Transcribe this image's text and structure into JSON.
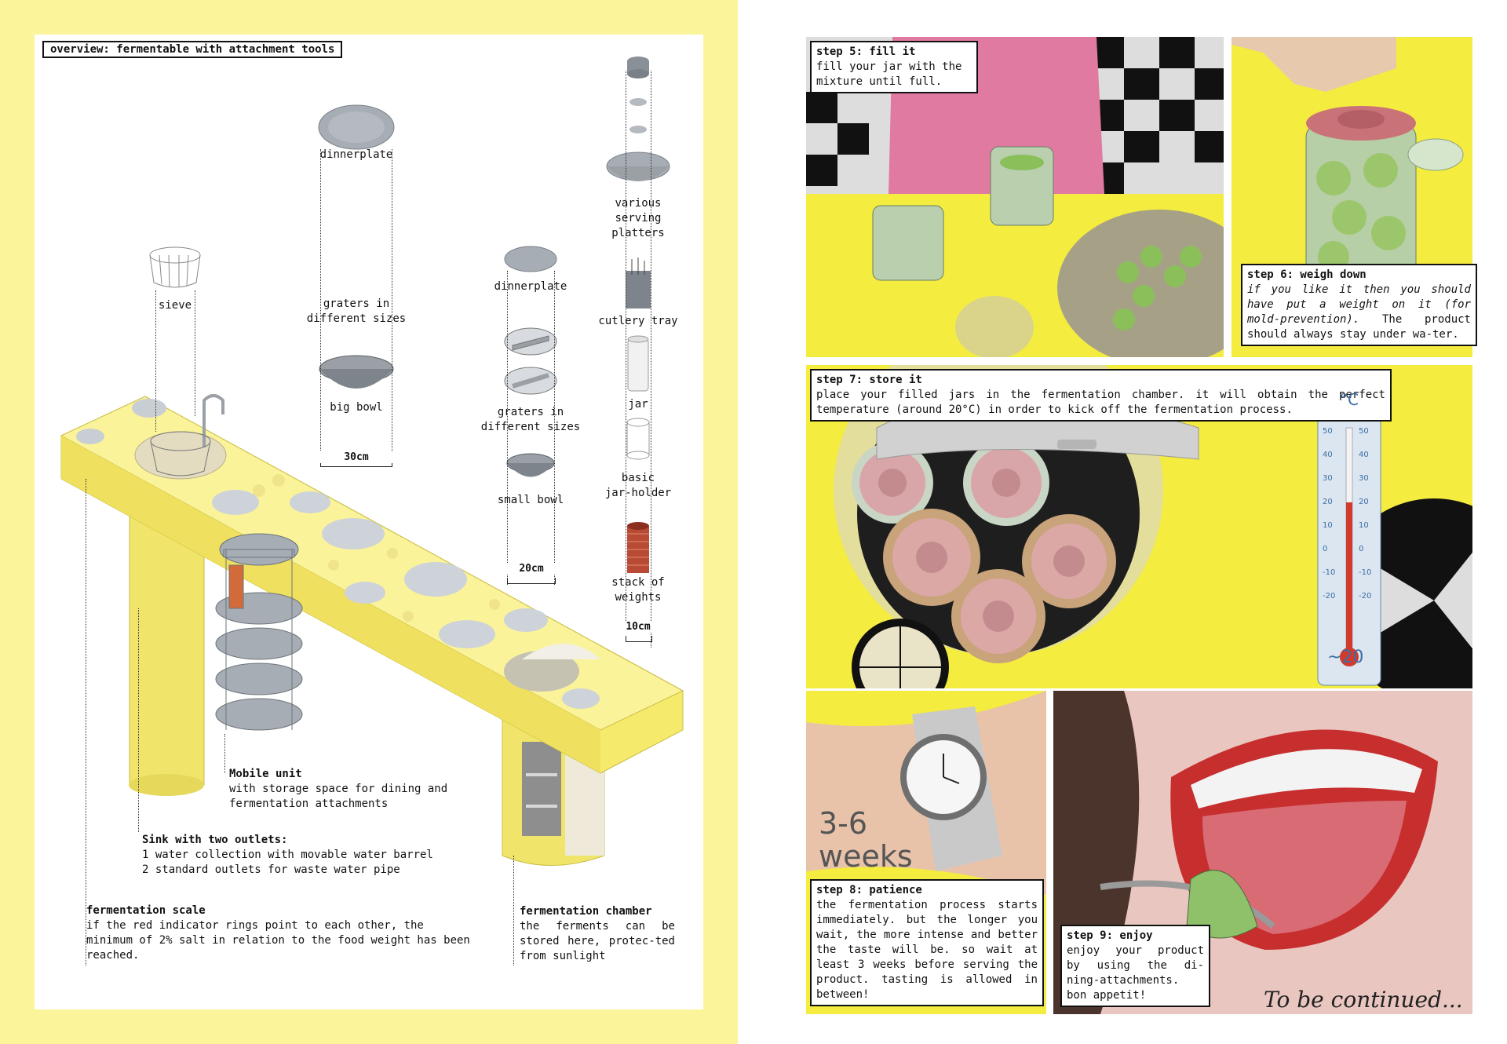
{
  "left": {
    "title": "overview: fermentable with attachment tools",
    "objects": {
      "sieve": "sieve",
      "dinnerplate_1": "dinnerplate",
      "graters_1": "graters in\ndifferent sizes",
      "big_bowl": "big bowl",
      "measure_30": "30cm",
      "dinnerplate_2": "dinnerplate",
      "graters_2": "graters in\ndifferent sizes",
      "small_bowl": "small bowl",
      "measure_20": "20cm",
      "serving": "various\nserving\nplatters",
      "cutlery": "cutlery tray",
      "jar": "jar",
      "jar_holder": "basic\njar-holder",
      "weights": "stack of\nweights",
      "measure_10": "10cm"
    },
    "notes": {
      "mobile_title": "Mobile unit",
      "mobile_body": "with storage space for dining and fermentation attachments",
      "sink_title": "Sink with two outlets:",
      "sink_line1": "1 water collection with movable water barrel",
      "sink_line2": "2 standard outlets for waste water pipe",
      "scale_title": "fermentation scale",
      "scale_body": "if the red indicator rings point to each other, the minimum of 2% salt in relation to the food weight has been reached.",
      "chamber_title": "fermentation chamber",
      "chamber_body": "the ferments can be stored here, protec-ted from sunlight"
    }
  },
  "right": {
    "step5": {
      "title": "step 5: fill it",
      "body": "fill your jar with the mixture until full."
    },
    "step6": {
      "title": "step 6: weigh down",
      "body": "if you like it  then you should have put a weight on it (for mold-prevention).",
      "body2": "The product should always stay under wa-ter."
    },
    "step7": {
      "title": "step 7: store it",
      "body": "place your filled jars in the fermentation chamber. it will obtain the perfect temperature (around 20°C) in order to kick off the fermentation process."
    },
    "thermometer": {
      "unit": "°C",
      "reading": "~20",
      "ticks": [
        "50",
        "40",
        "30",
        "20",
        "10",
        "0",
        "-10",
        "-20"
      ]
    },
    "weeks": "3-6\nweeks",
    "step8": {
      "title": "step 8: patience",
      "body": "the fermentation process starts immediately. but the longer you wait, the more intense and better the taste will be. so wait at least 3 weeks before serving the product. tasting is allowed in between!"
    },
    "step9": {
      "title": "step 9: enjoy",
      "body": "enjoy your product by using the di-ning-attachments. bon appetit!"
    },
    "continued": "To be continued..."
  },
  "colors": {
    "yellow": "#fcf49a",
    "panel_yellow": "#f4ec3e",
    "unit_yellow": "#f3ea74",
    "metal": "#a7adb4",
    "pink": "#e0759b"
  }
}
